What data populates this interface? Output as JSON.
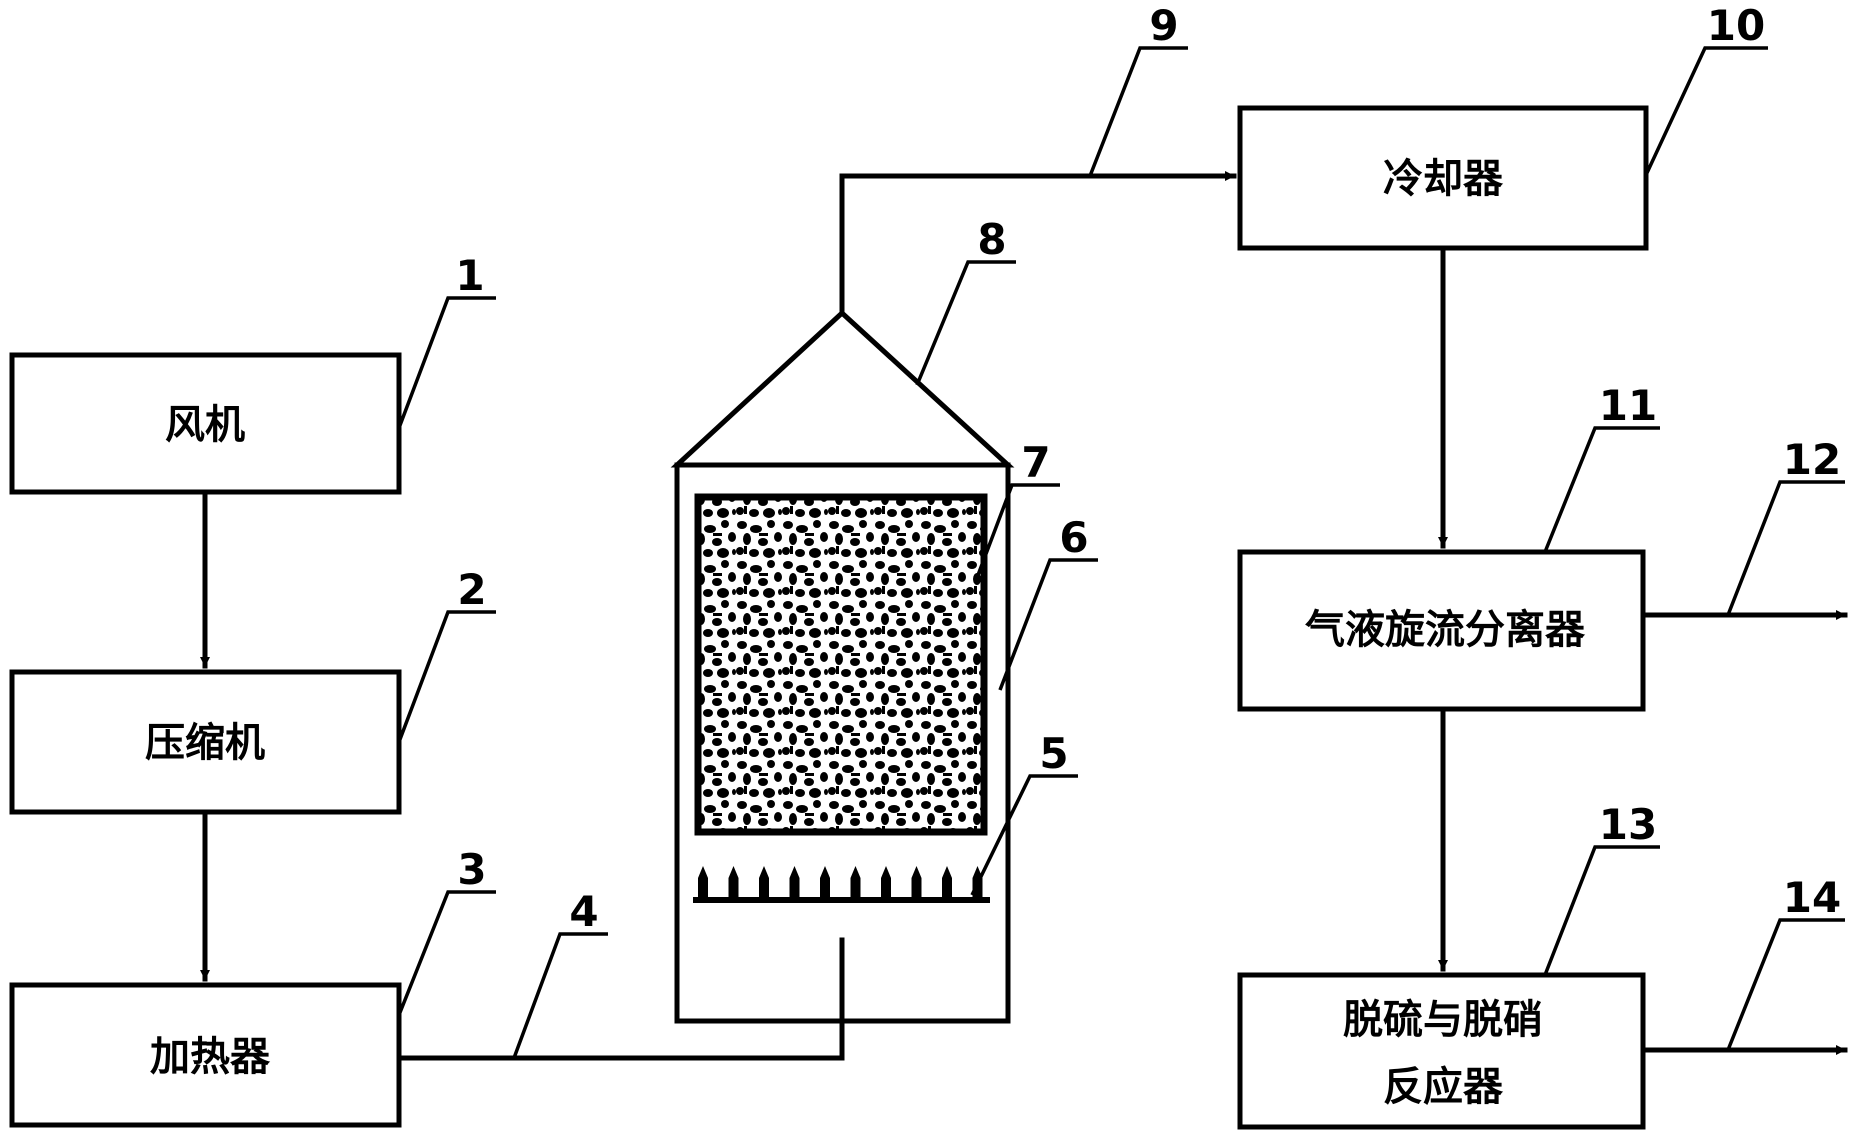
{
  "boxes": {
    "fan": "风机",
    "compressor": "压缩机",
    "heater": "加热器",
    "cooler": "冷却器",
    "separator": "气液旋流分离器",
    "reactor_line1": "脱硫与脱硝",
    "reactor_line2": "反应器"
  },
  "callouts": {
    "n1": "1",
    "n2": "2",
    "n3": "3",
    "n4": "4",
    "n5": "5",
    "n6": "6",
    "n7": "7",
    "n8": "8",
    "n9": "9",
    "n10": "10",
    "n11": "11",
    "n12": "12",
    "n13": "13",
    "n14": "14"
  },
  "colors": {
    "stroke": "#000000",
    "fill": "#ffffff"
  }
}
